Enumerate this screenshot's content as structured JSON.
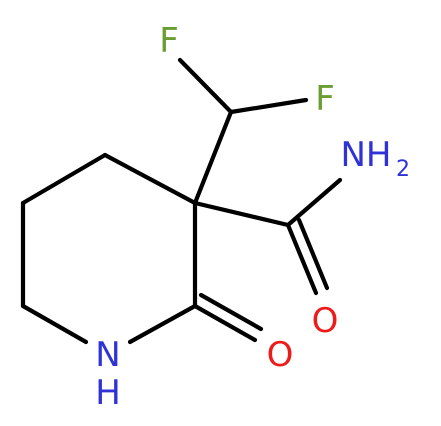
{
  "molecule": {
    "atoms": {
      "F_top": {
        "symbol": "F",
        "color": "#6a9e33"
      },
      "F_right": {
        "symbol": "F",
        "color": "#6a9e33"
      },
      "amide_N": {
        "symbol": "NH",
        "subscript": "2",
        "color": "#2f33d6"
      },
      "amide_O": {
        "symbol": "O",
        "color": "#ee1b1b"
      },
      "ring_O": {
        "symbol": "O",
        "color": "#ee1b1b"
      },
      "ring_N": {
        "symbol": "N",
        "color": "#2f33d6"
      },
      "ring_H": {
        "symbol": "H",
        "color": "#2f33d6"
      }
    },
    "bond_color": "#000000"
  }
}
